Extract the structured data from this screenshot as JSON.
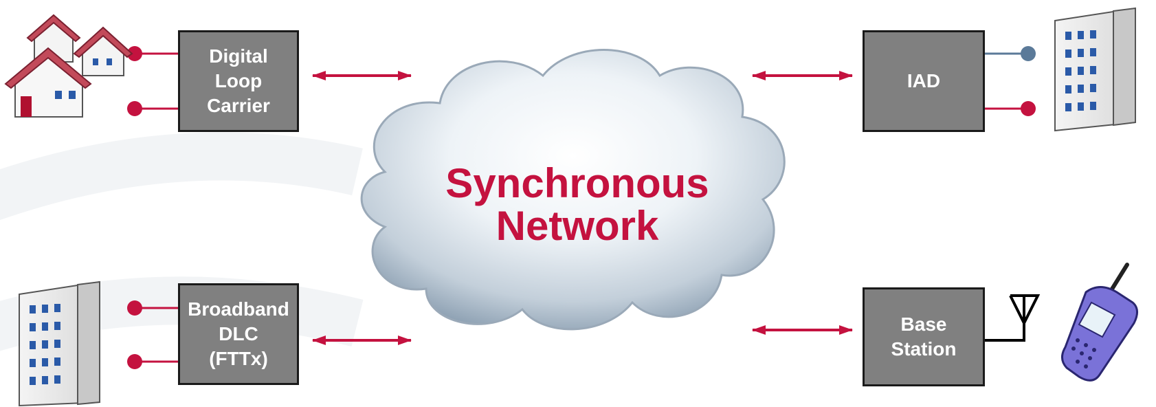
{
  "colors": {
    "accent": "#c4123f",
    "box_fill": "#808080",
    "box_border": "#1a1a1a",
    "box_text": "#ffffff",
    "steel": "#5b7a99"
  },
  "network": {
    "line1": "Synchronous",
    "line2": "Network"
  },
  "nodes": {
    "dlc": {
      "line1": "Digital",
      "line2": "Loop",
      "line3": "Carrier"
    },
    "iad": {
      "line1": "IAD"
    },
    "bdlc": {
      "line1": "Broadband",
      "line2": "DLC",
      "line3": "(FTTx)"
    },
    "base": {
      "line1": "Base",
      "line2": "Station"
    }
  },
  "icons": [
    "houses-icon",
    "office-building-icon",
    "antenna-icon",
    "mobile-phone-icon",
    "cloud-icon"
  ]
}
